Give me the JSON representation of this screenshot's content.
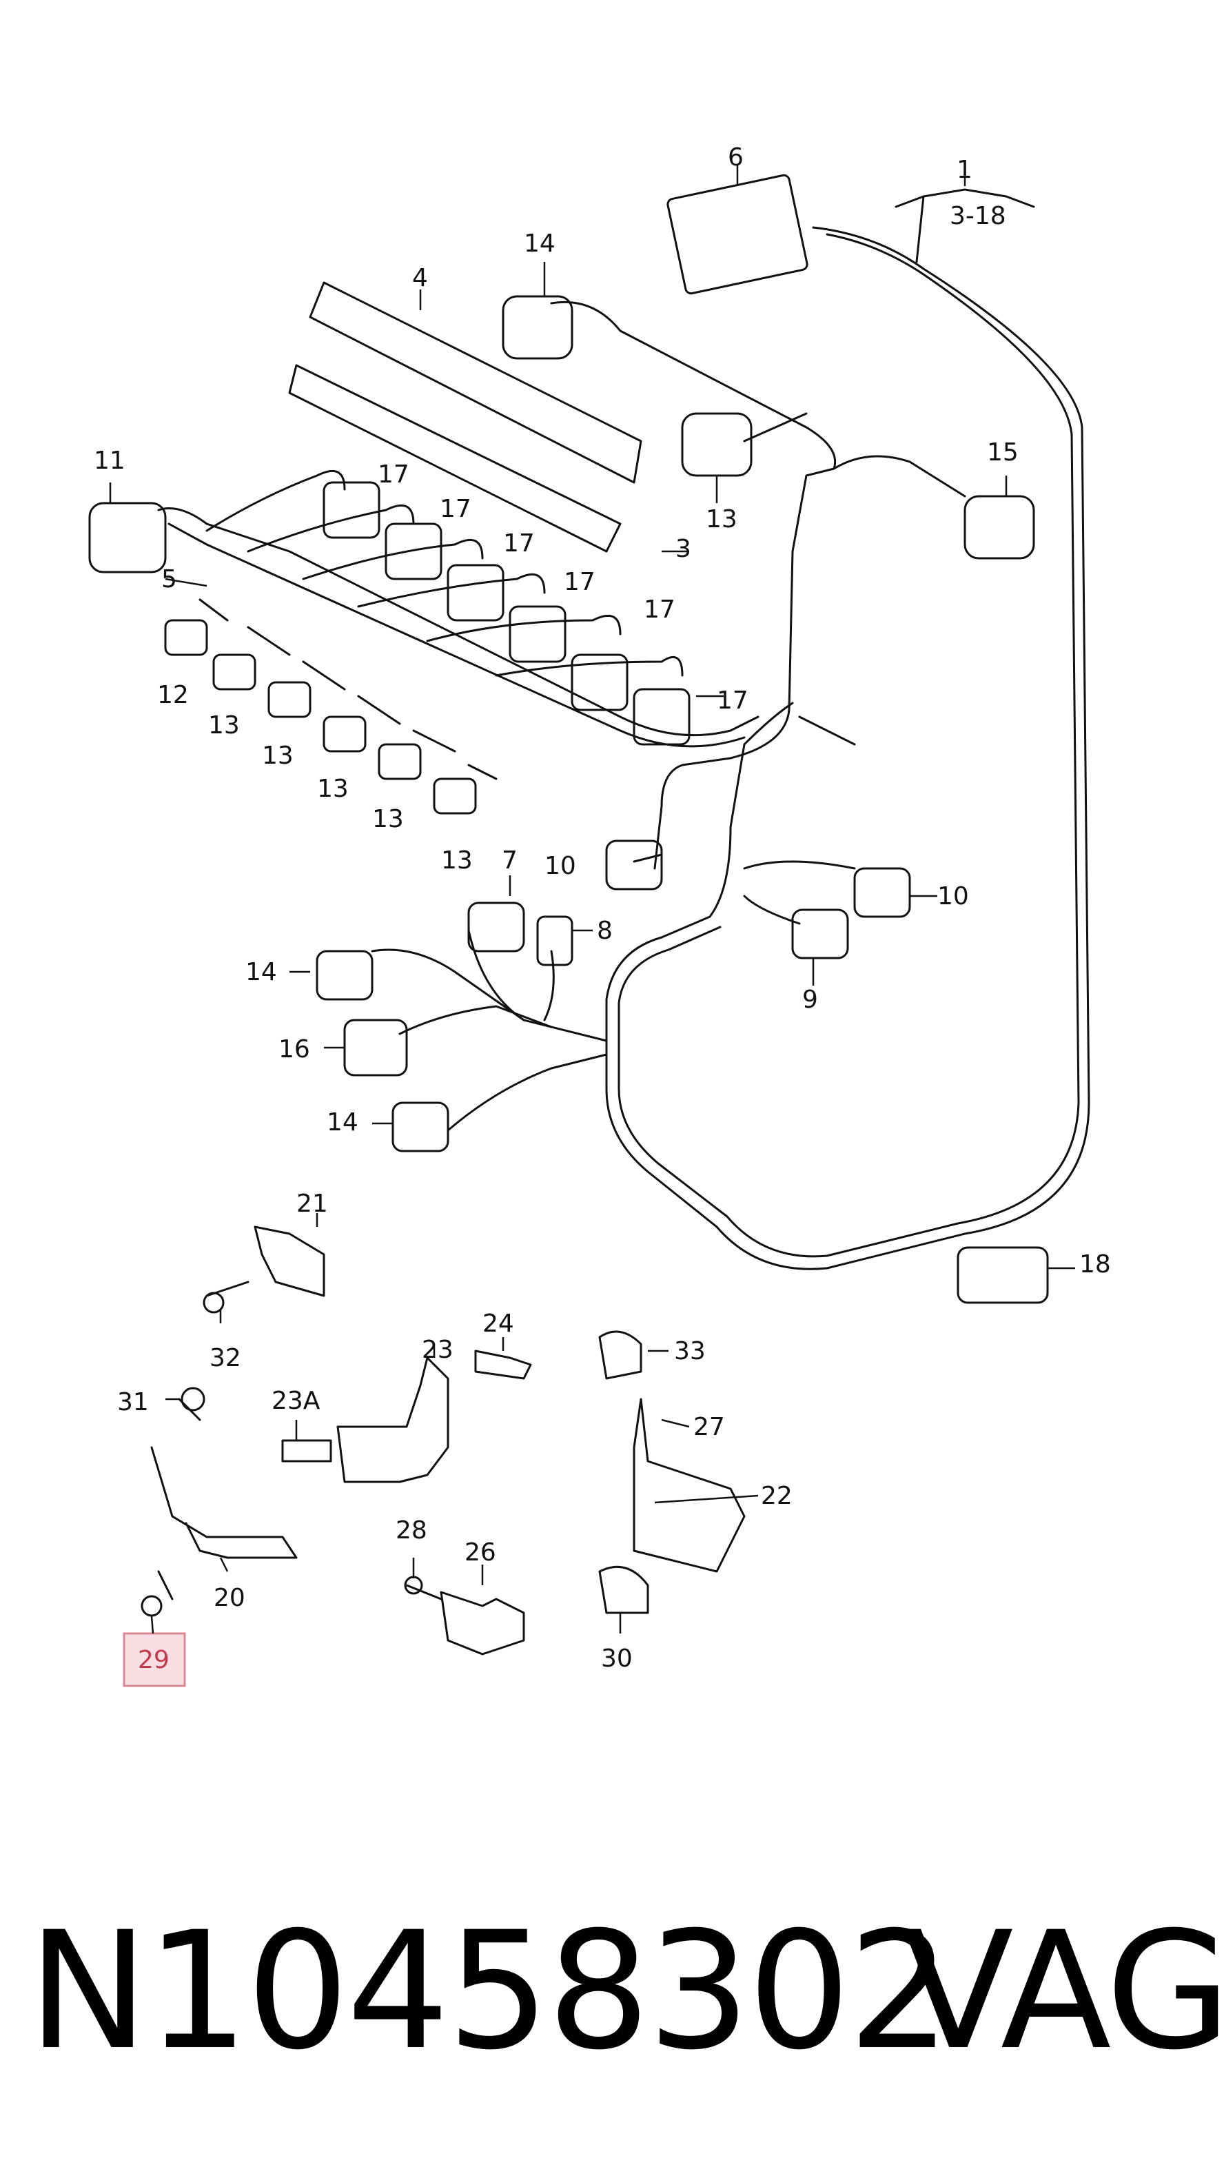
{
  "diagram": {
    "callouts": [
      "1",
      "3-18",
      "3",
      "4",
      "5",
      "6",
      "7",
      "8",
      "9",
      "10",
      "10",
      "11",
      "12",
      "13",
      "13",
      "13",
      "13",
      "13",
      "13",
      "14",
      "14",
      "14",
      "15",
      "16",
      "17",
      "17",
      "17",
      "17",
      "17",
      "17",
      "18",
      "20",
      "21",
      "22",
      "23",
      "23A",
      "24",
      "26",
      "27",
      "28",
      "29",
      "30",
      "31",
      "32",
      "33"
    ],
    "highlighted_callout": "29",
    "highlight_color": "#e8a0a8",
    "line_color": "#111111"
  },
  "footer": {
    "part_number": "N10458302",
    "brand": "VAG"
  }
}
